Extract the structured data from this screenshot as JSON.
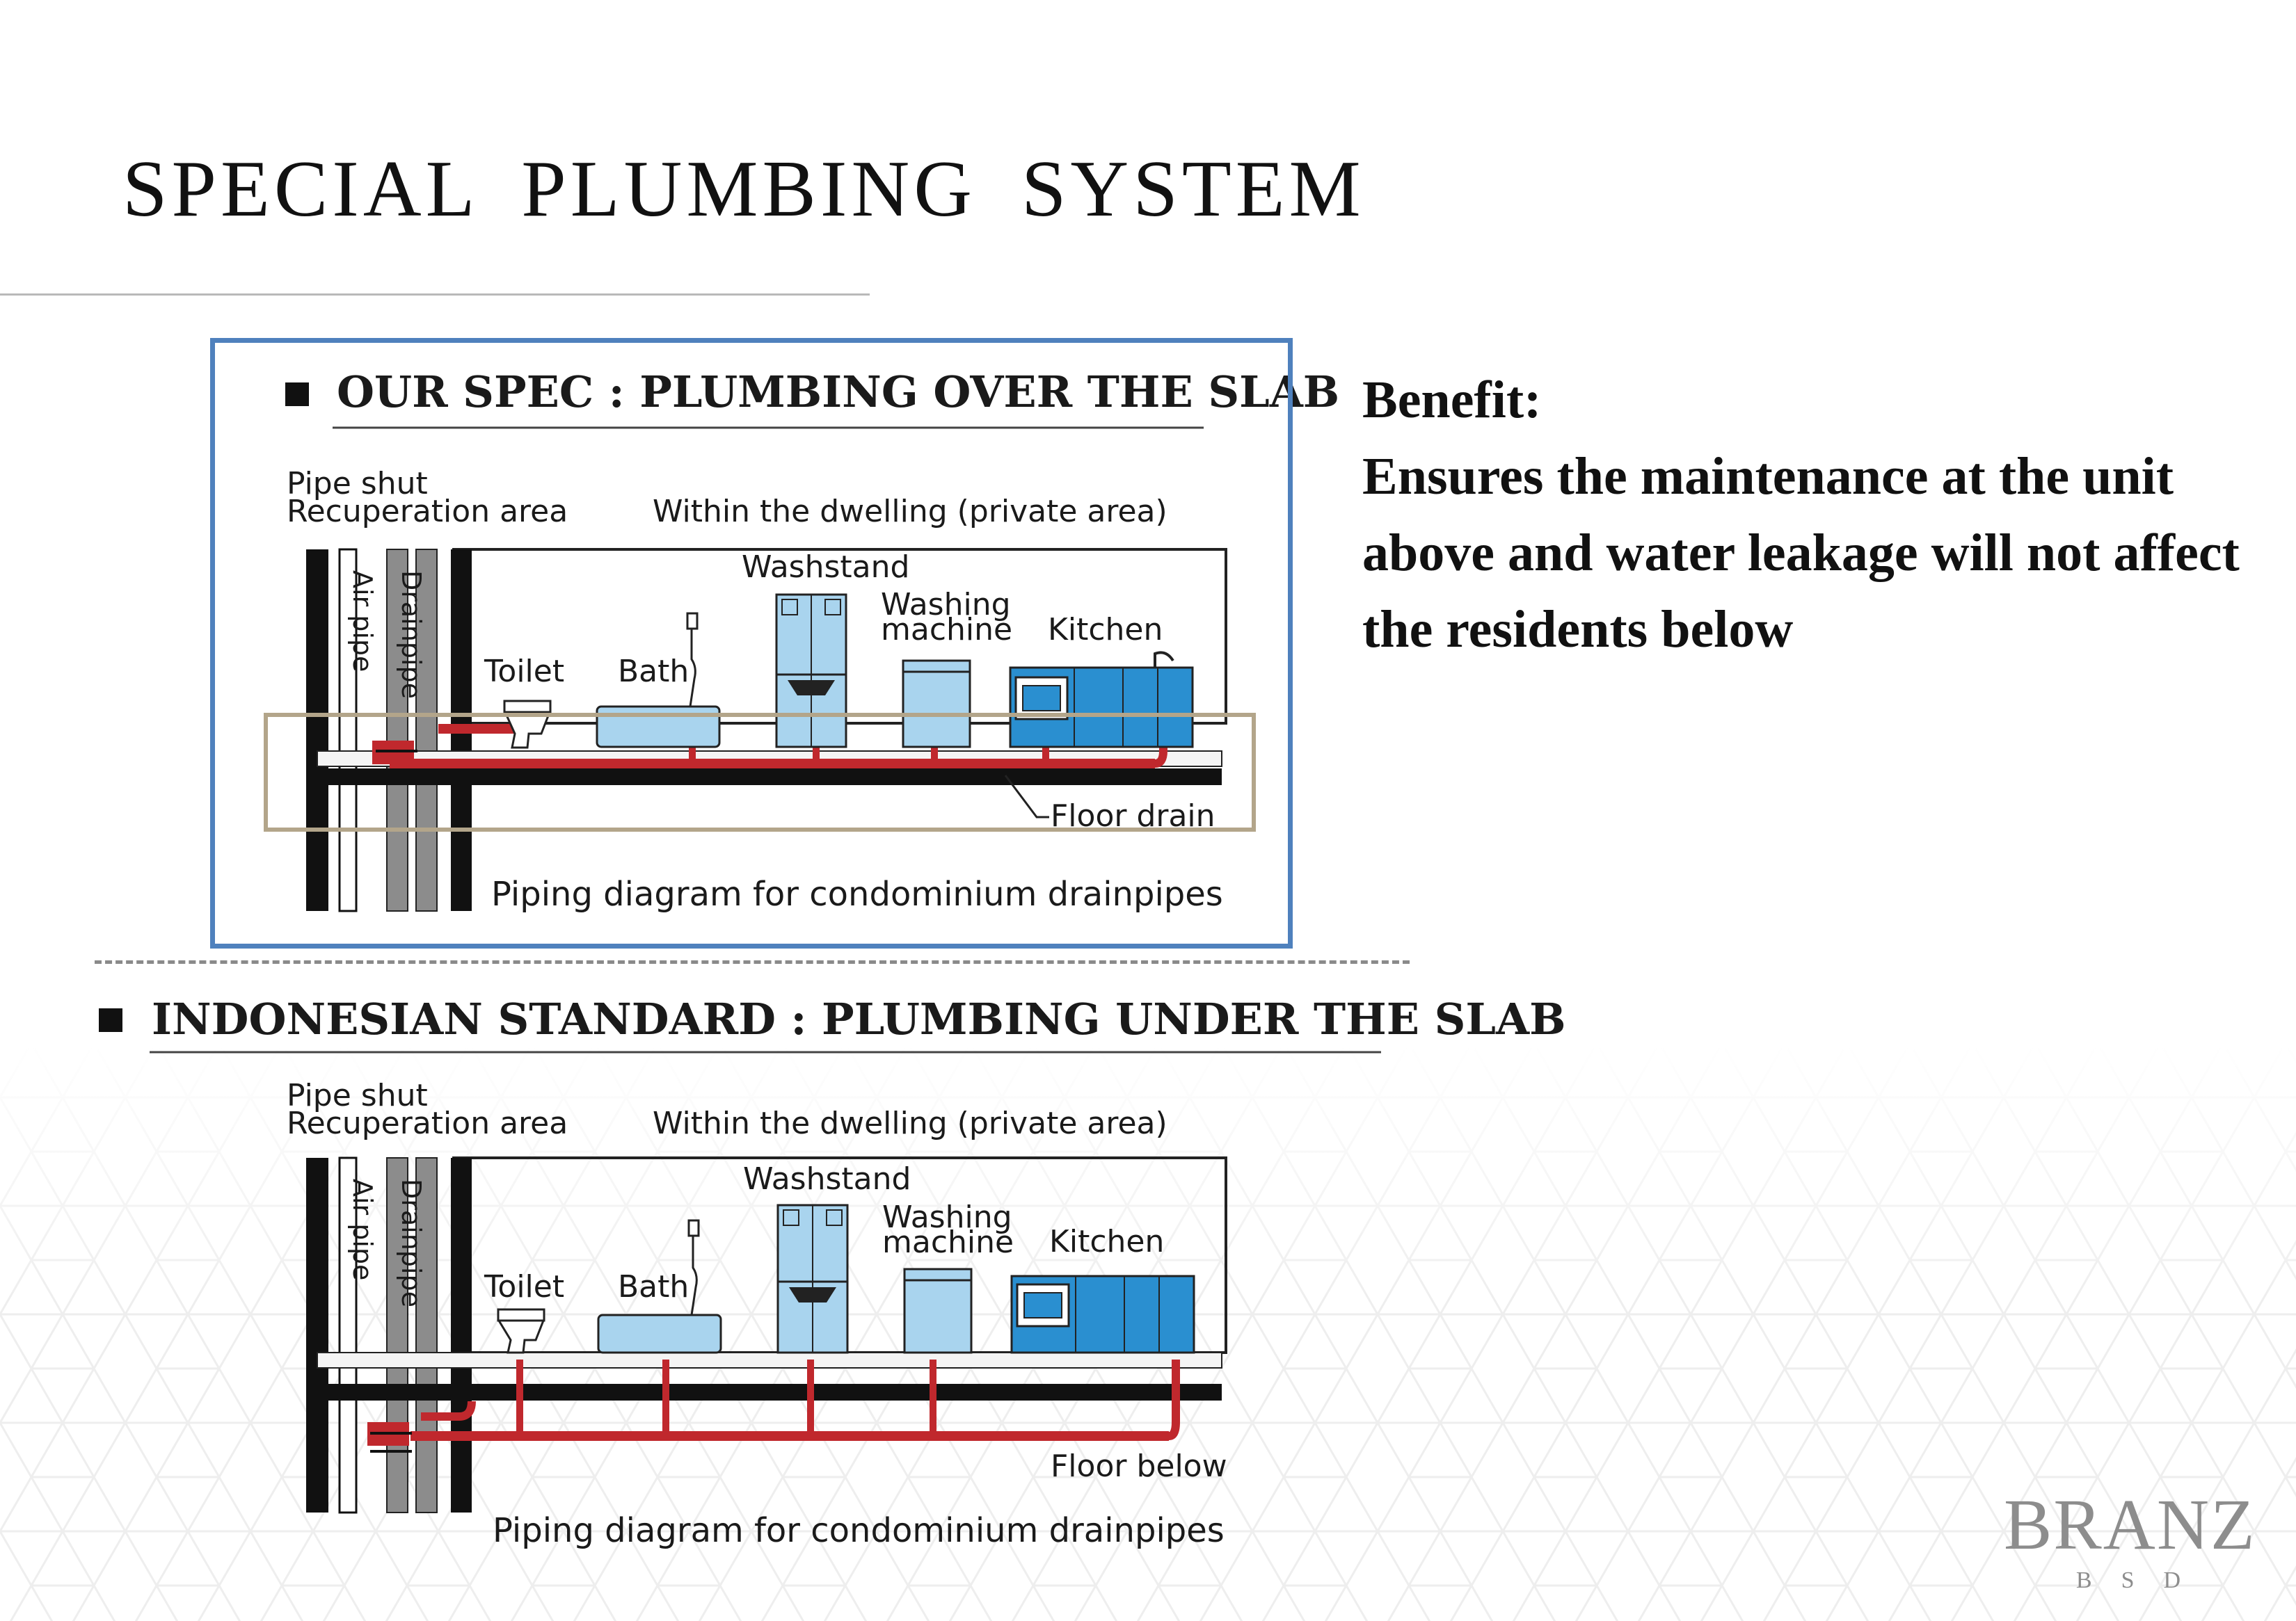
{
  "slide": {
    "title": "SPECIAL  PLUMBING  SYSTEM"
  },
  "benefit": {
    "heading": "Benefit:",
    "body": "Ensures the maintenance at the unit above and water leakage will not affect the residents below"
  },
  "diagrams": [
    {
      "heading": "OUR SPEC : PLUMBING OVER THE SLAB",
      "pipe_area_line1": "Pipe shut",
      "pipe_area_line2": "Recuperation area",
      "dwelling_label": "Within the dwelling (private area)",
      "air_pipe": "Air pipe",
      "drainpipe": "Drainpipe",
      "toilet": "Toilet",
      "bath": "Bath",
      "washstand": "Washstand",
      "washing_line1": "Washing",
      "washing_line2": "machine",
      "kitchen": "Kitchen",
      "note": "Floor drain",
      "caption": "Piping diagram for condominium drainpipes"
    },
    {
      "heading": "INDONESIAN STANDARD : PLUMBING UNDER THE SLAB",
      "pipe_area_line1": "Pipe shut",
      "pipe_area_line2": "Recuperation area",
      "dwelling_label": "Within the dwelling (private area)",
      "air_pipe": "Air pipe",
      "drainpipe": "Drainpipe",
      "toilet": "Toilet",
      "bath": "Bath",
      "washstand": "Washstand",
      "washing_line1": "Washing",
      "washing_line2": "machine",
      "kitchen": "Kitchen",
      "note": "Floor below",
      "caption": "Piping diagram for condominium drainpipes"
    }
  ],
  "logo": {
    "word": "BRANZ",
    "sub": "BSD"
  },
  "colors": {
    "frame_blue": "#4f81bd",
    "pipe_red": "#c0282d",
    "fixture_blue": "#a9d4ee",
    "kitchen_blue": "#2a8fd0",
    "highlight_tan": "#b3a58a",
    "logo_gray": "#8d8d8d"
  }
}
